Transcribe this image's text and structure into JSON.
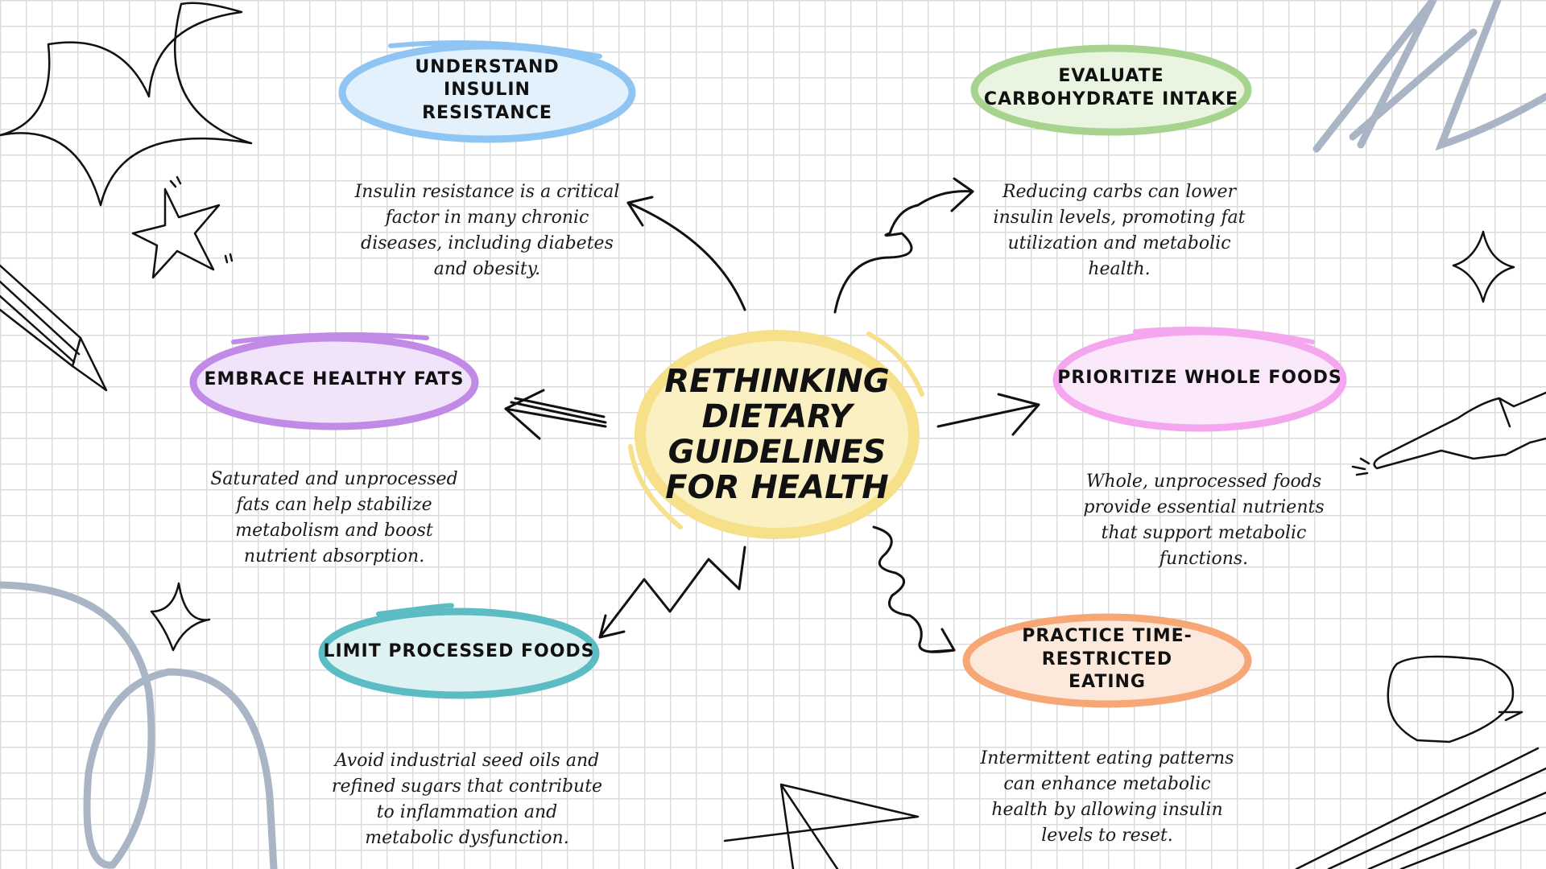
{
  "center": {
    "title": "RETHINKING DIETARY GUIDELINES FOR HEALTH",
    "color": "#f6e08a"
  },
  "nodes": [
    {
      "id": "insulin",
      "title": "UNDERSTAND INSULIN RESISTANCE",
      "color": "#8fc5f2",
      "fill": "#e3f1fc",
      "description": "Insulin resistance is a critical factor in many chronic diseases, including diabetes and obesity."
    },
    {
      "id": "carbs",
      "title": "EVALUATE CARBOHYDRATE INTAKE",
      "color": "#a6d38d",
      "fill": "#e9f5e0",
      "description": "Reducing carbs can lower insulin levels, promoting fat utilization and metabolic health."
    },
    {
      "id": "fats",
      "title": "EMBRACE HEALTHY FATS",
      "color": "#c08ae6",
      "fill": "#f1e4fa",
      "description": "Saturated and unprocessed fats can help stabilize metabolism and boost nutrient absorption."
    },
    {
      "id": "whole",
      "title": "PRIORITIZE WHOLE FOODS",
      "color": "#f4a6ee",
      "fill": "#fbe8fa",
      "description": "Whole, unprocessed foods provide essential nutrients that support metabolic functions."
    },
    {
      "id": "processed",
      "title": "LIMIT PROCESSED FOODS",
      "color": "#5bbcc4",
      "fill": "#dff2f3",
      "description": "Avoid industrial seed oils and refined sugars that contribute to inflammation and metabolic dysfunction."
    },
    {
      "id": "fasting",
      "title": "PRACTICE TIME-RESTRICTED EATING",
      "color": "#f7a676",
      "fill": "#fde9dc",
      "description": "Intermittent eating patterns can enhance metabolic health by allowing insulin levels to reset."
    }
  ],
  "decor": {
    "grey_accent": "#a9b5c4",
    "icons": [
      "sparkle-icon",
      "star-icon",
      "pencil-icon",
      "pointing-hand-icon",
      "speech-bubble-icon",
      "diamond-sparkle-icon",
      "scribble-icon"
    ]
  }
}
